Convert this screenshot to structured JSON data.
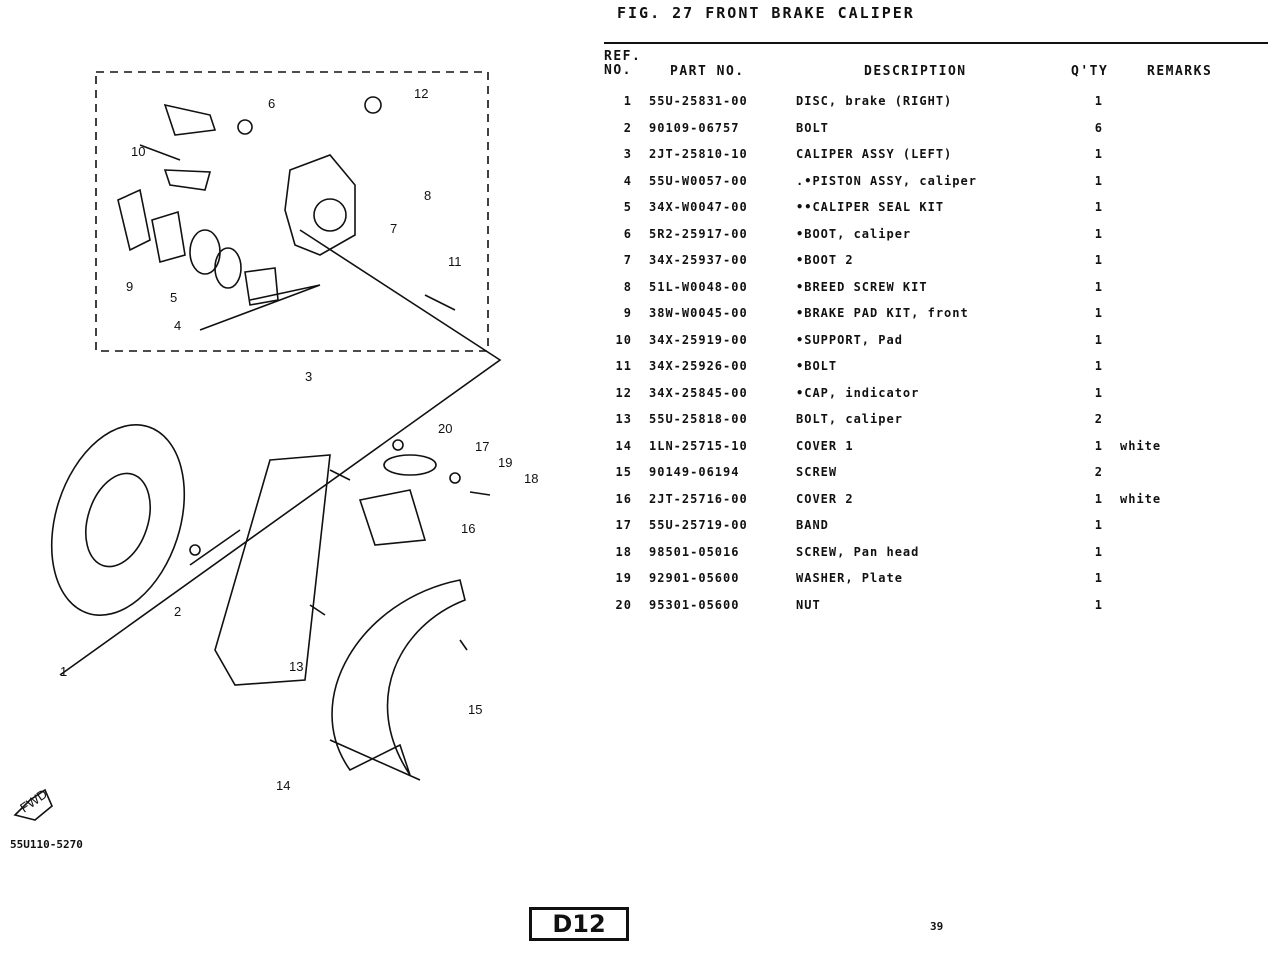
{
  "figure": {
    "title": "FIG. 27  FRONT BRAKE CALIPER"
  },
  "table": {
    "headers": {
      "ref": "REF.\nNO.",
      "part_no": "PART NO.",
      "description": "DESCRIPTION",
      "qty": "Q'TY",
      "remarks": "REMARKS"
    },
    "rows": [
      {
        "ref": "1",
        "part_no": "55U-25831-00",
        "description": "DISC, brake (RIGHT)",
        "qty": "1",
        "remarks": ""
      },
      {
        "ref": "2",
        "part_no": "90109-06757",
        "description": "BOLT",
        "qty": "6",
        "remarks": ""
      },
      {
        "ref": "3",
        "part_no": "2JT-25810-10",
        "description": "CALIPER ASSY (LEFT)",
        "qty": "1",
        "remarks": ""
      },
      {
        "ref": "4",
        "part_no": "55U-W0057-00",
        "description": ".•PISTON ASSY, caliper",
        "qty": "1",
        "remarks": ""
      },
      {
        "ref": "5",
        "part_no": "34X-W0047-00",
        "description": "••CALIPER SEAL KIT",
        "qty": "1",
        "remarks": ""
      },
      {
        "ref": "6",
        "part_no": "5R2-25917-00",
        "description": "•BOOT, caliper",
        "qty": "1",
        "remarks": ""
      },
      {
        "ref": "7",
        "part_no": "34X-25937-00",
        "description": "•BOOT 2",
        "qty": "1",
        "remarks": ""
      },
      {
        "ref": "8",
        "part_no": "51L-W0048-00",
        "description": "•BREED SCREW KIT",
        "qty": "1",
        "remarks": ""
      },
      {
        "ref": "9",
        "part_no": "38W-W0045-00",
        "description": "•BRAKE PAD KIT, front",
        "qty": "1",
        "remarks": ""
      },
      {
        "ref": "10",
        "part_no": "34X-25919-00",
        "description": "•SUPPORT, Pad",
        "qty": "1",
        "remarks": ""
      },
      {
        "ref": "11",
        "part_no": "34X-25926-00",
        "description": "•BOLT",
        "qty": "1",
        "remarks": ""
      },
      {
        "ref": "12",
        "part_no": "34X-25845-00",
        "description": "•CAP, indicator",
        "qty": "1",
        "remarks": ""
      },
      {
        "ref": "13",
        "part_no": "55U-25818-00",
        "description": "BOLT, caliper",
        "qty": "2",
        "remarks": ""
      },
      {
        "ref": "14",
        "part_no": "1LN-25715-10",
        "description": "COVER 1",
        "qty": "1",
        "remarks": "white"
      },
      {
        "ref": "15",
        "part_no": "90149-06194",
        "description": "SCREW",
        "qty": "2",
        "remarks": ""
      },
      {
        "ref": "16",
        "part_no": "2JT-25716-00",
        "description": "COVER 2",
        "qty": "1",
        "remarks": "white"
      },
      {
        "ref": "17",
        "part_no": "55U-25719-00",
        "description": "BAND",
        "qty": "1",
        "remarks": ""
      },
      {
        "ref": "18",
        "part_no": "98501-05016",
        "description": "SCREW, Pan head",
        "qty": "1",
        "remarks": ""
      },
      {
        "ref": "19",
        "part_no": "92901-05600",
        "description": "WASHER, Plate",
        "qty": "1",
        "remarks": ""
      },
      {
        "ref": "20",
        "part_no": "95301-05600",
        "description": "NUT",
        "qty": "1",
        "remarks": ""
      }
    ]
  },
  "diagram": {
    "callouts": [
      "1",
      "2",
      "3",
      "4",
      "5",
      "6",
      "7",
      "8",
      "9",
      "10",
      "11",
      "12",
      "13",
      "14",
      "15",
      "16",
      "17",
      "18",
      "19",
      "20"
    ],
    "front_arrow_label": "FWD"
  },
  "footer": {
    "catalog_code": "55U110-5270",
    "section": "D12",
    "page_number": "39"
  }
}
